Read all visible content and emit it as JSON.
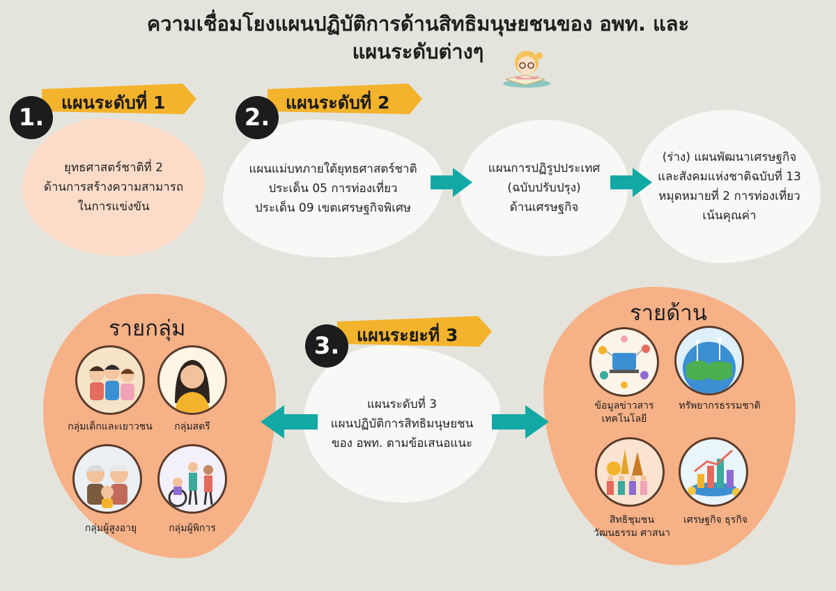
{
  "title": {
    "line1": "ความเชื่อมโยงแผนปฏิบัติการด้านสิทธิมนุษยชนของ อพท. และ",
    "line2": "แผนระดับต่างๆ"
  },
  "level1": {
    "number": "1.",
    "label": "แผนระดับที่ 1",
    "lines": [
      "ยุทธศาสตร์ชาติที่ 2",
      "ด้านการสร้างความสามารถ",
      "ในการแข่งขัน"
    ]
  },
  "level2": {
    "number": "2.",
    "label": "แผนระดับที่ 2",
    "box1": [
      "แผนแม่บทภายใต้ยุทธศาสตร์ชาติ",
      "ประเด็น 05 การท่องเที่ยว",
      "ประเด็น 09 เขตเศรษฐกิจพิเศษ"
    ],
    "box2": [
      "แผนการปฏิรูปประเทศ",
      "(ฉบับปรับปรุง)",
      "ด้านเศรษฐกิจ"
    ],
    "box3": [
      "(ร่าง) แผนพัฒนาเศรษฐกิจ",
      "และสังคมแห่งชาติฉบับที่ 13",
      "หมุดหมายที่ 2 การท่องเที่ยว",
      "เน้นคุณค่า"
    ]
  },
  "level3": {
    "number": "3.",
    "label": "แผนระยะที่ 3",
    "lines": [
      "แผนระดับที่ 3",
      "แผนปฏิบัติการสิทธิมนุษยชน",
      "ของ อพท. ตามข้อเสนอแนะ"
    ]
  },
  "groups": {
    "heading": "รายกลุ่ม",
    "items": [
      "กลุ่มเด็กและเยาวชน",
      "กลุ่มสตรี",
      "กลุ่มผู้สูงอายุ",
      "กลุ่มผู้พิการ"
    ]
  },
  "aspects": {
    "heading": "รายด้าน",
    "item1": [
      "ข้อมูลข่าวสาร",
      "เทคโนโลยี"
    ],
    "item2": "ทรัพยากรธรรมชาติ",
    "item3": [
      "สิทธิชุมชน",
      "วัฒนธรรม ศาสนา"
    ],
    "item4": "เศรษฐกิจ ธุรกิจ"
  },
  "colors": {
    "background": "#e4e4dc",
    "banner": "#f4b32c",
    "arrow": "#12a9a4",
    "pink": "#fcdcc8",
    "orange": "#f7b187"
  }
}
